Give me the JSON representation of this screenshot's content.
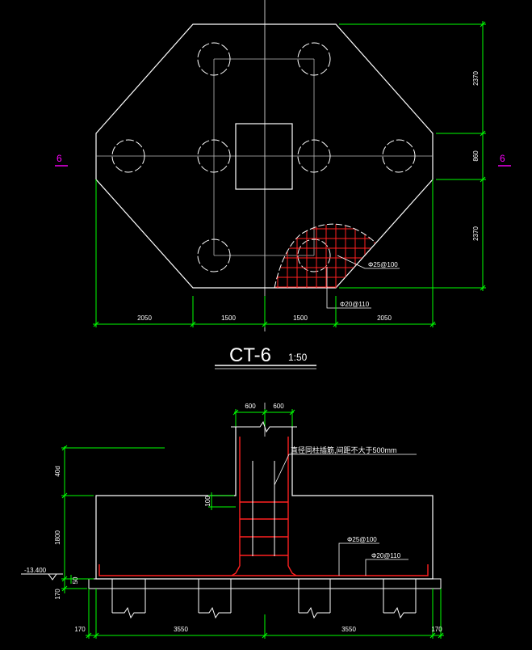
{
  "plan": {
    "section_marks": [
      "6",
      "6"
    ],
    "dims_bottom": [
      "2050",
      "1500",
      "1500",
      "2050"
    ],
    "dims_right": [
      "2370",
      "860",
      "2370"
    ],
    "rebar_labels": [
      "Φ25@100",
      "Φ20@110"
    ]
  },
  "title": {
    "name": "CT-6",
    "scale": "1:50"
  },
  "section": {
    "dims_top": [
      "600",
      "600"
    ],
    "note": "直径同柱插筋,间距不大于500mm",
    "dim_left": [
      "40d",
      "1800",
      "50",
      "170"
    ],
    "dim_small": "100",
    "level": "-13.400",
    "dims_bottom": [
      "170",
      "3550",
      "3550",
      "170"
    ],
    "rebar_labels": [
      "Φ25@100",
      "Φ20@110"
    ]
  },
  "colors": {
    "background": "#000000",
    "linework": "#ffffff",
    "dimension": "#00ff00",
    "rebar": "#ff2020",
    "section_mark": "#ff00ff",
    "centerline": "#c0c0c0"
  }
}
